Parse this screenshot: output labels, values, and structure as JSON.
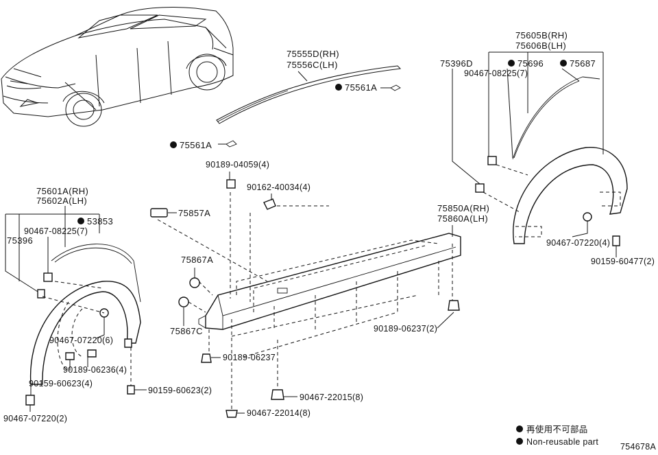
{
  "diagram": {
    "code": "754678A",
    "labels": {
      "rocker_rh": "75555D(RH)",
      "rocker_lh": "75556C(LH)",
      "clip_75561a_top": "75561A",
      "clip_75561a_bottom": "75561A",
      "arch_front_rh": "75601A(RH)",
      "arch_front_lh": "75602A(LH)",
      "clip_53853": "53853",
      "screw_front_arch": "90467-08225(7)",
      "part_75396_front": "75396",
      "nut_front": "90467-07220(6)",
      "screw_front_4": "90189-06236(4)",
      "bolt_front_4": "90159-60623(4)",
      "bolt_front_2": "90159-60623(2)",
      "clip_front_bottom": "90467-07220(2)",
      "arch_rear_rh": "75605B(RH)",
      "arch_rear_lh": "75606B(LH)",
      "part_75396d": "75396D",
      "screw_rear_arch": "90467-08225(7)",
      "clip_75696": "75696",
      "clip_75687": "75687",
      "nut_rear": "90467-07220(4)",
      "bolt_rear": "90159-60477(2)",
      "screw_04059": "90189-04059(4)",
      "bolt_40034": "90162-40034(4)",
      "emblem_75857a": "75857A",
      "moulding_75867a": "75867A",
      "moulding_75867c": "75867C",
      "side_rh": "75850A(RH)",
      "side_lh": "75860A(LH)",
      "screw_06237_2": "90189-06237(2)",
      "screw_06237": "90189-06237",
      "clip_22015": "90467-22015(8)",
      "clip_22014": "90467-22014(8)"
    },
    "legend": {
      "item_jp": "再使用不可部品",
      "item_en": "Non-reusable part"
    }
  }
}
